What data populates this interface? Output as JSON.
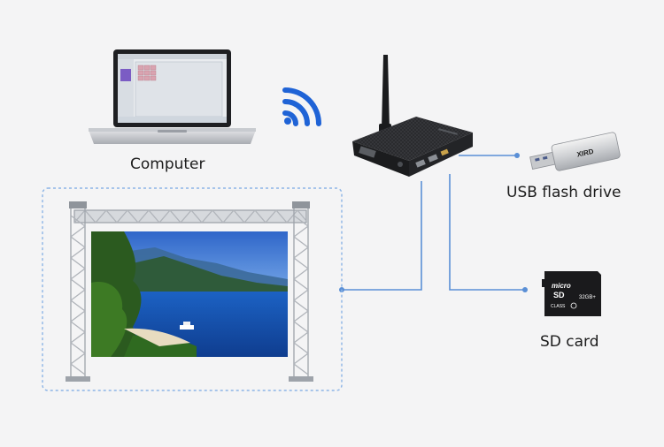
{
  "labels": {
    "computer": "Computer",
    "usb": "USB flash drive",
    "sd": "SD card"
  },
  "usb_drive_text": "XIRD",
  "sd_card": {
    "brand": "micro",
    "sub": "SD",
    "class": "CLASS",
    "capacity": "32GB+"
  },
  "colors": {
    "background": "#f4f4f5",
    "connector": "#5a8fd6",
    "wifi": "#1f63d6",
    "frame_dashed": "#8cb4e6",
    "truss": "#b8bcc2",
    "device": "#2a2b2e"
  }
}
